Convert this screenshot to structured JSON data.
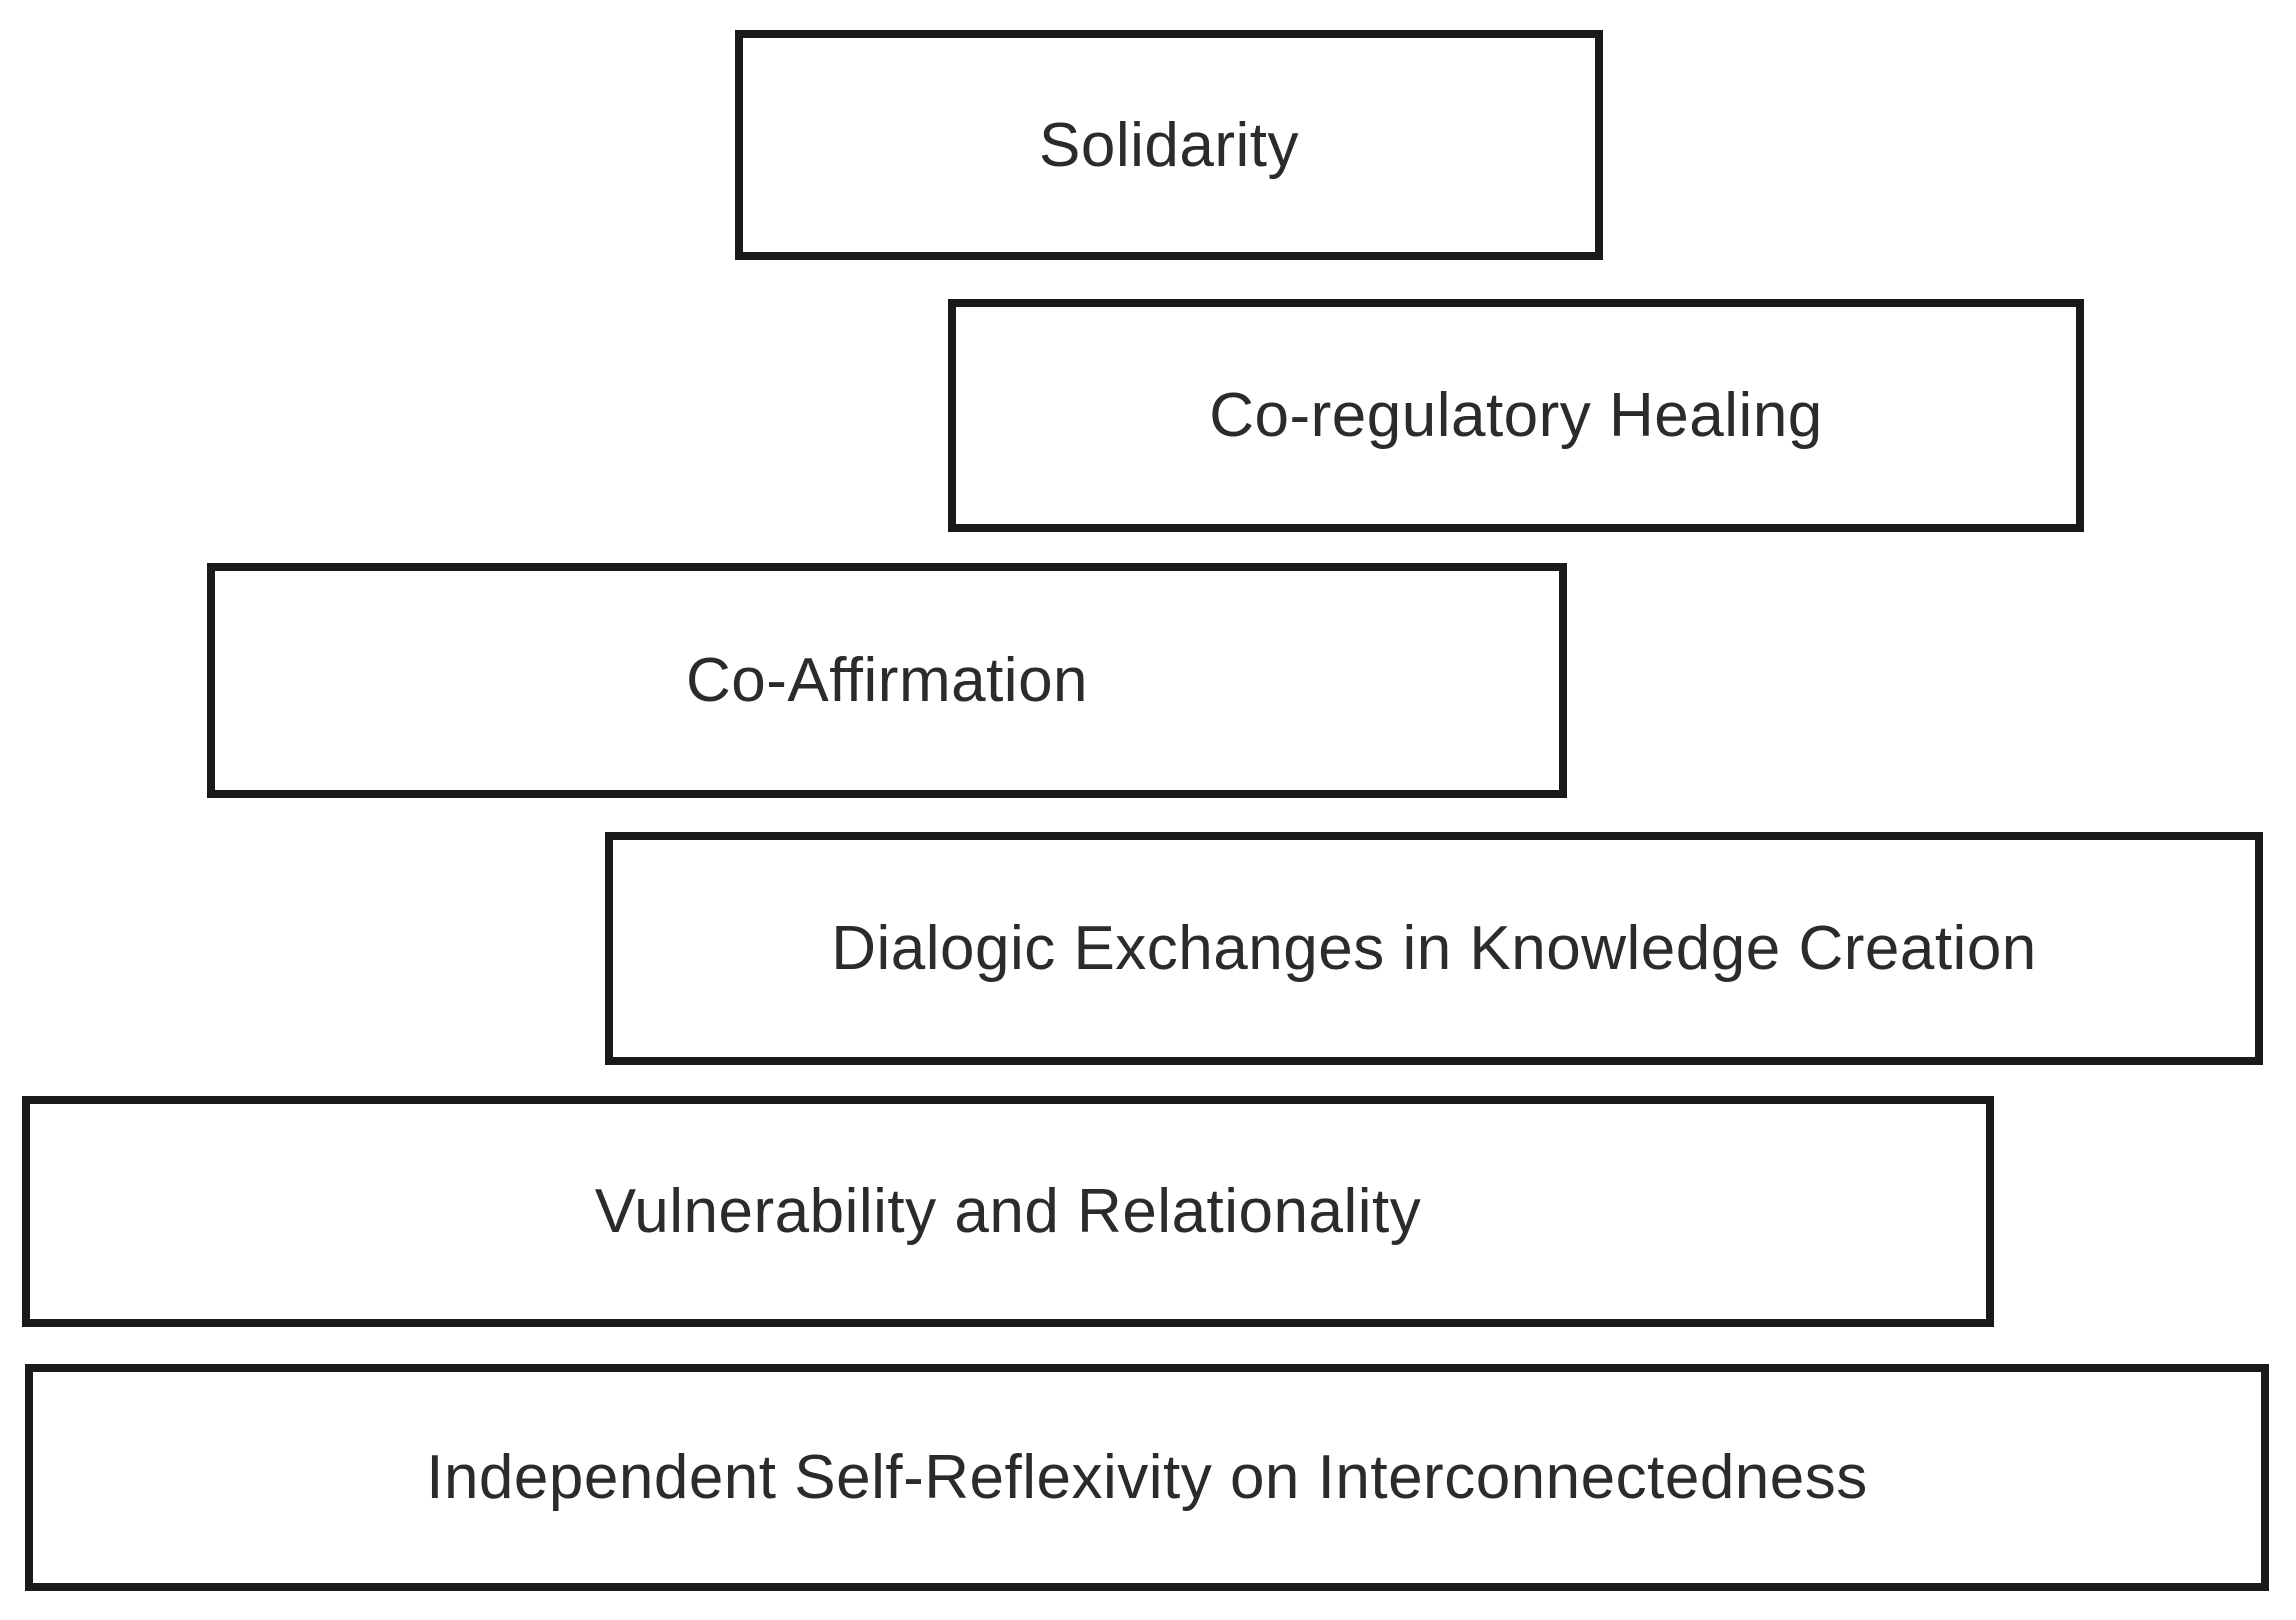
{
  "diagram": {
    "description": "Stacked staggered concept boxes",
    "colors": {
      "border": "#1a1a1a",
      "text": "#2b2b2b",
      "background": "#ffffff"
    },
    "boxes": [
      {
        "label": "Solidarity"
      },
      {
        "label": "Co-regulatory Healing"
      },
      {
        "label": "Co-Affirmation"
      },
      {
        "label": "Dialogic Exchanges in Knowledge Creation"
      },
      {
        "label": "Vulnerability and Relationality"
      },
      {
        "label": "Independent Self-Reflexivity on Interconnectedness"
      }
    ]
  }
}
